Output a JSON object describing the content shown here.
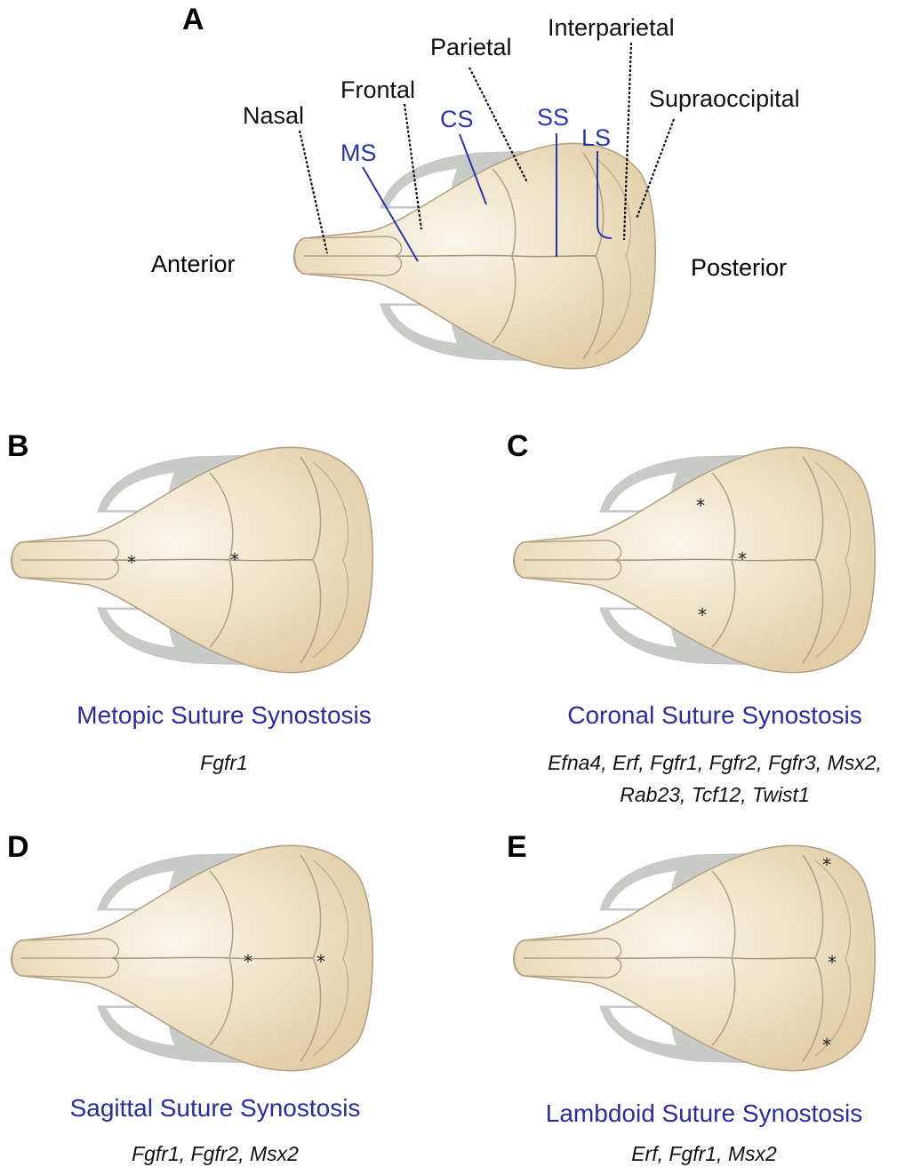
{
  "panel_a": {
    "letter": "A",
    "bones": {
      "nasal": "Nasal",
      "frontal": "Frontal",
      "parietal": "Parietal",
      "interparietal": "Interparietal",
      "supraoccipital": "Supraoccipital"
    },
    "sutures": {
      "ms": "MS",
      "cs": "CS",
      "ss": "SS",
      "ls": "LS"
    },
    "directions": {
      "anterior": "Anterior",
      "posterior": "Posterior"
    }
  },
  "panels": [
    {
      "letter": "B",
      "title": "Metopic Suture Synostosis",
      "genes_line1": "Fgfr1",
      "genes_line2": ""
    },
    {
      "letter": "C",
      "title": "Coronal Suture Synostosis",
      "genes_line1": "Efna4, Erf, Fgfr1, Fgfr2, Fgfr3, Msx2,",
      "genes_line2": "Rab23, Tcf12, Twist1"
    },
    {
      "letter": "D",
      "title": "Sagittal Suture Synostosis",
      "genes_line1": "Fgfr1, Fgfr2, Msx2",
      "genes_line2": ""
    },
    {
      "letter": "E",
      "title": "Lambdoid Suture Synostosis",
      "genes_line1": "Erf, Fgfr1, Msx2",
      "genes_line2": ""
    }
  ],
  "marker_symbol": "*",
  "colors": {
    "bone_fill": "#ecdcbc",
    "bone_highlight": "#fbf6ec",
    "bone_outline": "#b5a288",
    "zygomatic_arch": "#c9cbc9",
    "suture_label": "#2a36a8",
    "title_blue": "#2a2d9a"
  }
}
